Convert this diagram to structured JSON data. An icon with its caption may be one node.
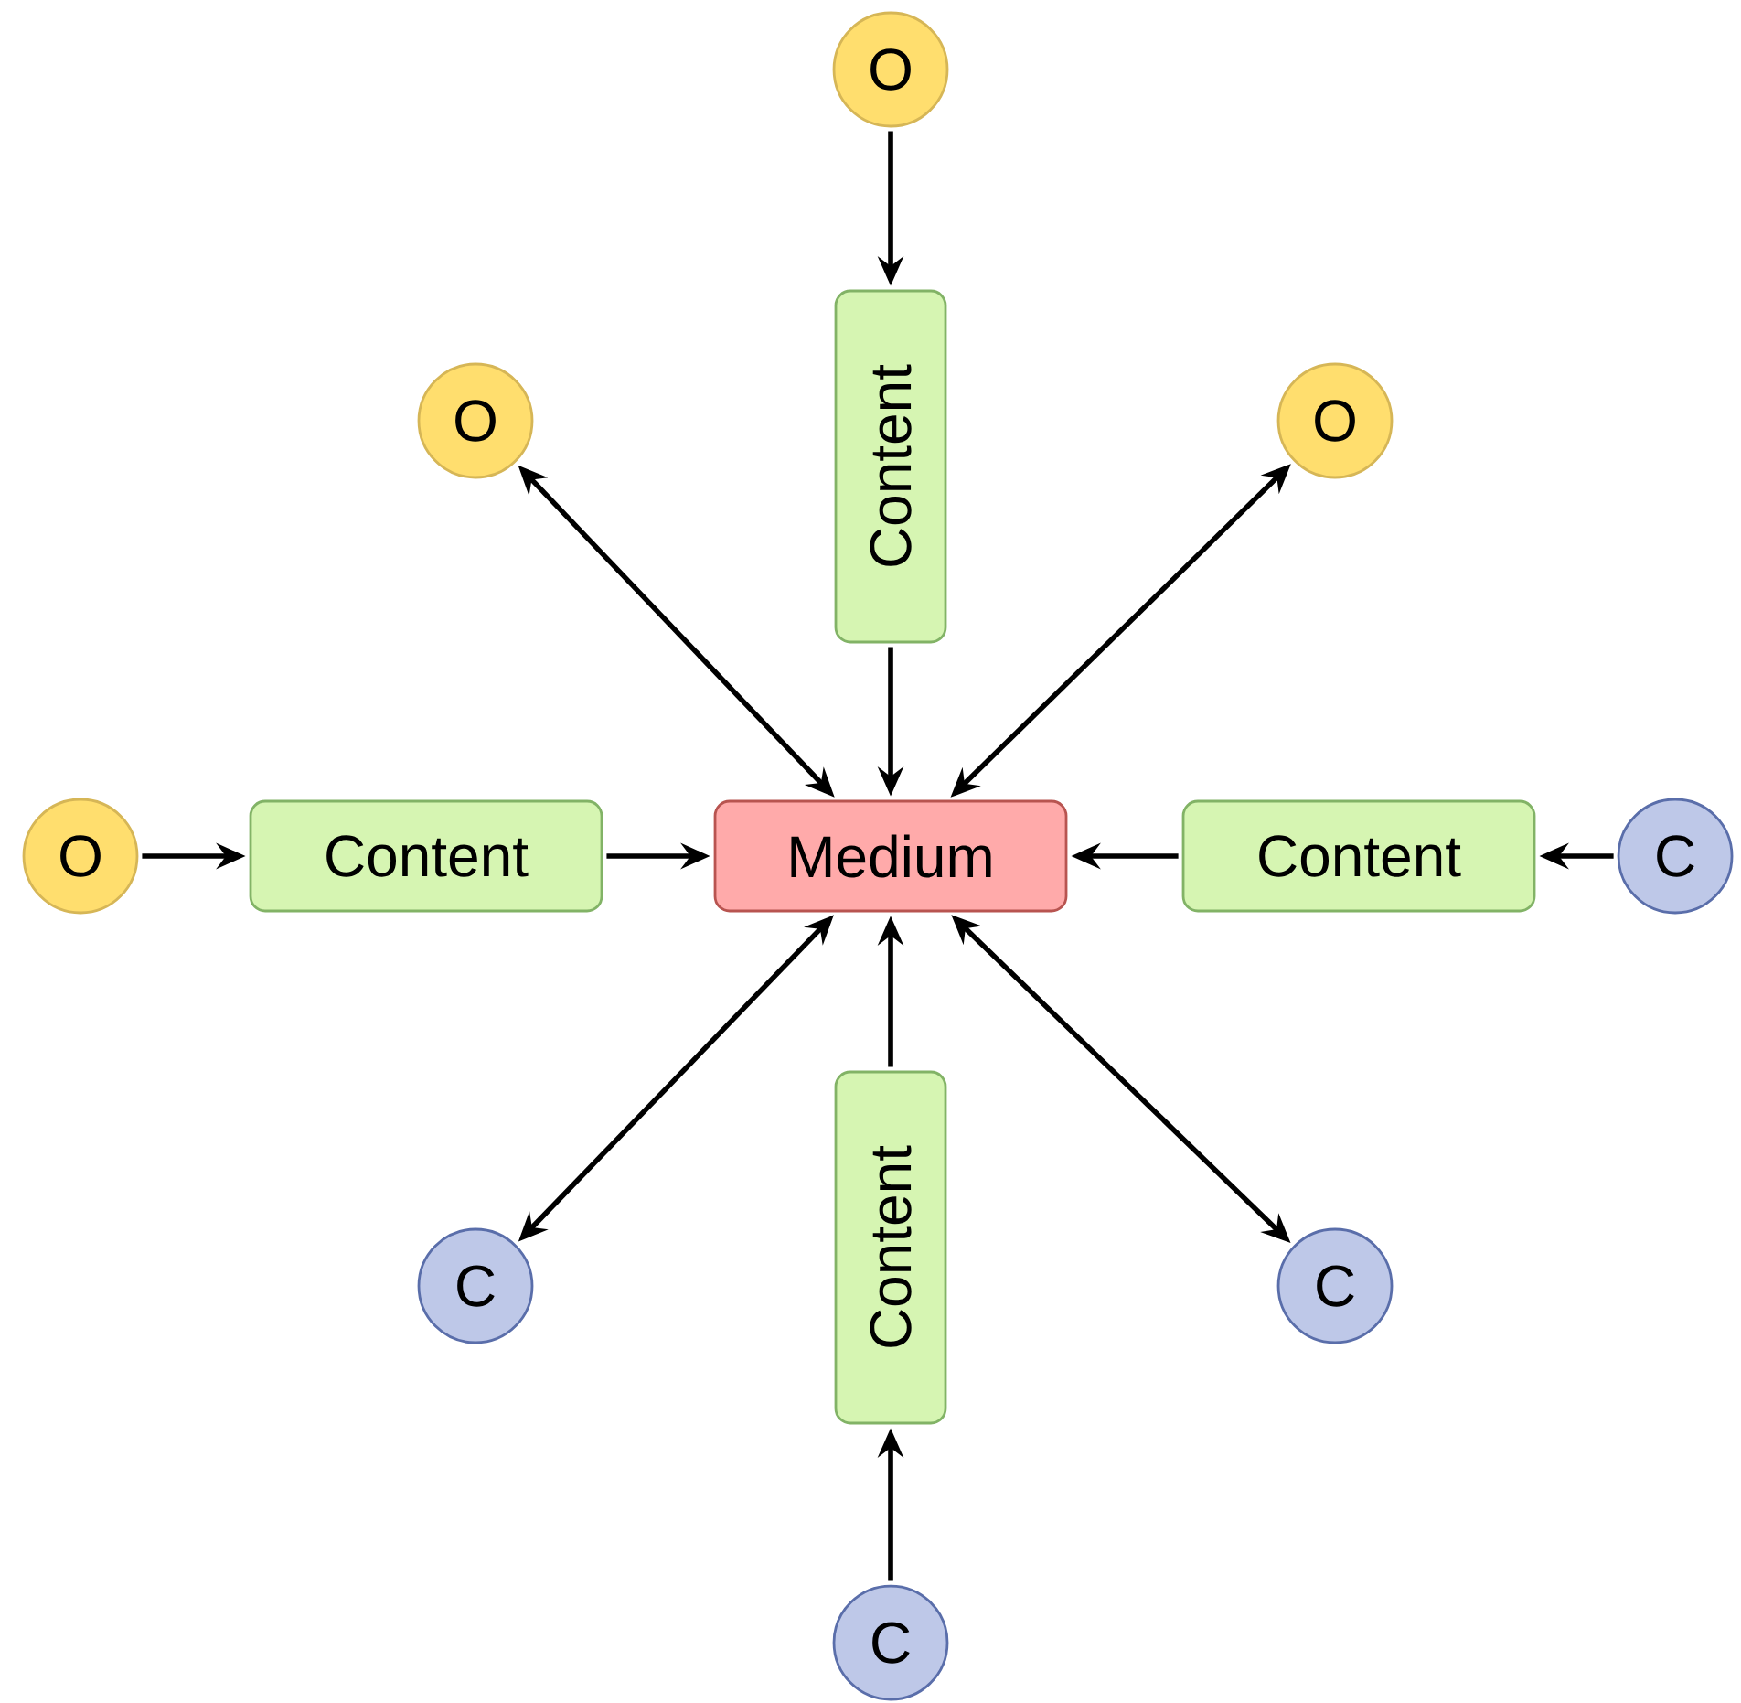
{
  "diagram": {
    "nodes": [
      {
        "text": [
          "O"
        ]
      },
      {
        "text": [
          "Content"
        ]
      },
      {
        "text": [
          "O"
        ]
      },
      {
        "text": [
          "O"
        ]
      },
      {
        "text": [
          "O"
        ]
      },
      {
        "text": [
          "Content"
        ]
      },
      {
        "text": [
          "Medium"
        ]
      },
      {
        "text": [
          "Content"
        ]
      },
      {
        "text": [
          "C"
        ]
      },
      {
        "text": [
          "C"
        ]
      },
      {
        "text": [
          "Content"
        ]
      },
      {
        "text": [
          "C"
        ]
      },
      {
        "text": [
          "C"
        ]
      }
    ],
    "edges": [
      {
        "from": 0,
        "to": 1,
        "arrow": "to"
      },
      {
        "from": 1,
        "to": 6,
        "arrow": "to"
      },
      {
        "from": 2,
        "to": 6,
        "arrow": "both"
      },
      {
        "from": 3,
        "to": 6,
        "arrow": "both"
      },
      {
        "from": 4,
        "to": 5,
        "arrow": "to"
      },
      {
        "from": 5,
        "to": 6,
        "arrow": "to"
      },
      {
        "from": 8,
        "to": 7,
        "arrow": "to"
      },
      {
        "from": 7,
        "to": 6,
        "arrow": "to"
      },
      {
        "from": 6,
        "to": 9,
        "arrow": "both"
      },
      {
        "from": 10,
        "to": 6,
        "arrow": "to"
      },
      {
        "from": 6,
        "to": 11,
        "arrow": "both"
      },
      {
        "from": 12,
        "to": 10,
        "arrow": "to"
      }
    ]
  }
}
